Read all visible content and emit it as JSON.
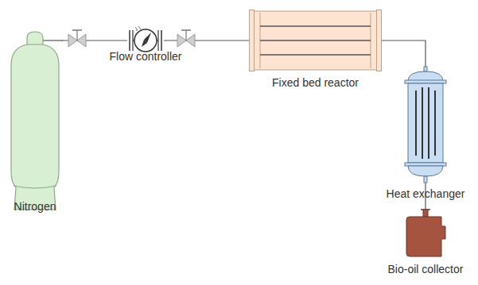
{
  "diagram": {
    "nodes": [
      {
        "text": [
          "Nitrogen"
        ]
      },
      {
        "text": [
          "Flow controller"
        ]
      },
      {
        "text": [
          "Fixed bed reactor"
        ]
      },
      {
        "text": [
          "Heat exchanger"
        ]
      },
      {
        "text": [
          "Bio-oil collector"
        ]
      }
    ],
    "edges": [
      {
        "from": 0,
        "to": 1,
        "arrow": "none"
      },
      {
        "from": 1,
        "to": 2,
        "arrow": "none"
      },
      {
        "from": 2,
        "to": 3,
        "arrow": "none"
      },
      {
        "from": 3,
        "to": 4,
        "arrow": "none"
      }
    ]
  }
}
